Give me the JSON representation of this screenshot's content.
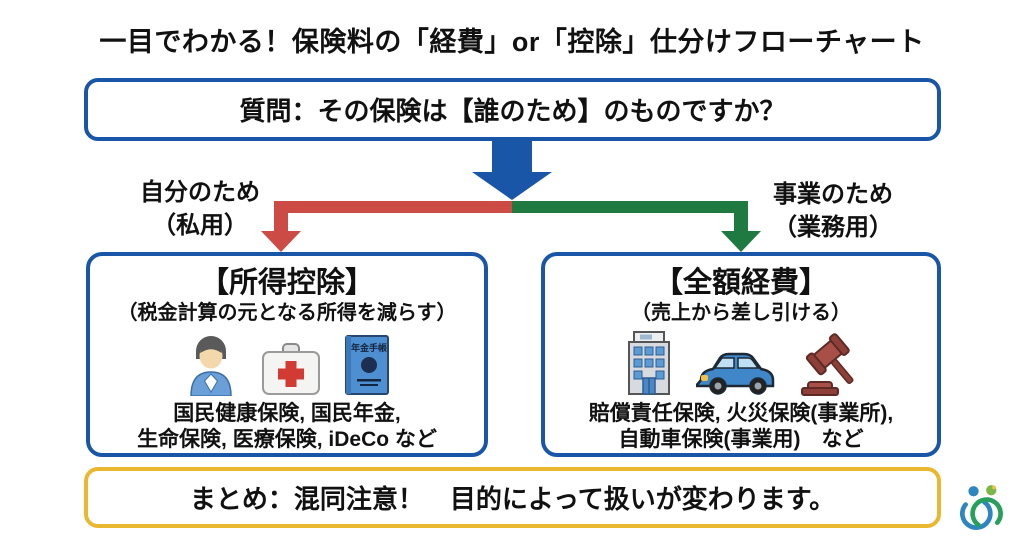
{
  "title": "一目でわかる！保険料の「経費」or「控除」仕分けフローチャート",
  "question": {
    "text": "質問：その保険は【誰のため】のものですか？"
  },
  "branches": {
    "left": {
      "label_line1": "自分のため",
      "label_line2": "（私用）",
      "arrow_color": "#cc4b44"
    },
    "right": {
      "label_line1": "事業のため",
      "label_line2": "（業務用）",
      "arrow_color": "#1e7a40"
    }
  },
  "left_box": {
    "heading": "【所得控除】",
    "subheading": "（税金計算の元となる所得を減らす）",
    "icons": [
      "person-icon",
      "first-aid-kit-icon",
      "pension-book-icon"
    ],
    "pension_book_label": "年金手帳",
    "items_line1": "国民健康保険, 国民年金,",
    "items_line2": "生命保険, 医療保険, iDeCo など"
  },
  "right_box": {
    "heading": "【全額経費】",
    "subheading": "（売上から差し引ける）",
    "icons": [
      "building-icon",
      "car-icon",
      "gavel-icon"
    ],
    "items_line1": "賠償責任保険, 火災保険(事業所),",
    "items_line2": "自動車保険(事業用)　など"
  },
  "summary": {
    "text": "まとめ：混同注意！　目的によって扱いが変わります。"
  },
  "colors": {
    "primary_blue": "#1a56a8",
    "branch_red": "#cc4b44",
    "branch_green": "#1e7a40",
    "summary_yellow": "#eab830",
    "text": "#111111",
    "background": "#ffffff"
  }
}
